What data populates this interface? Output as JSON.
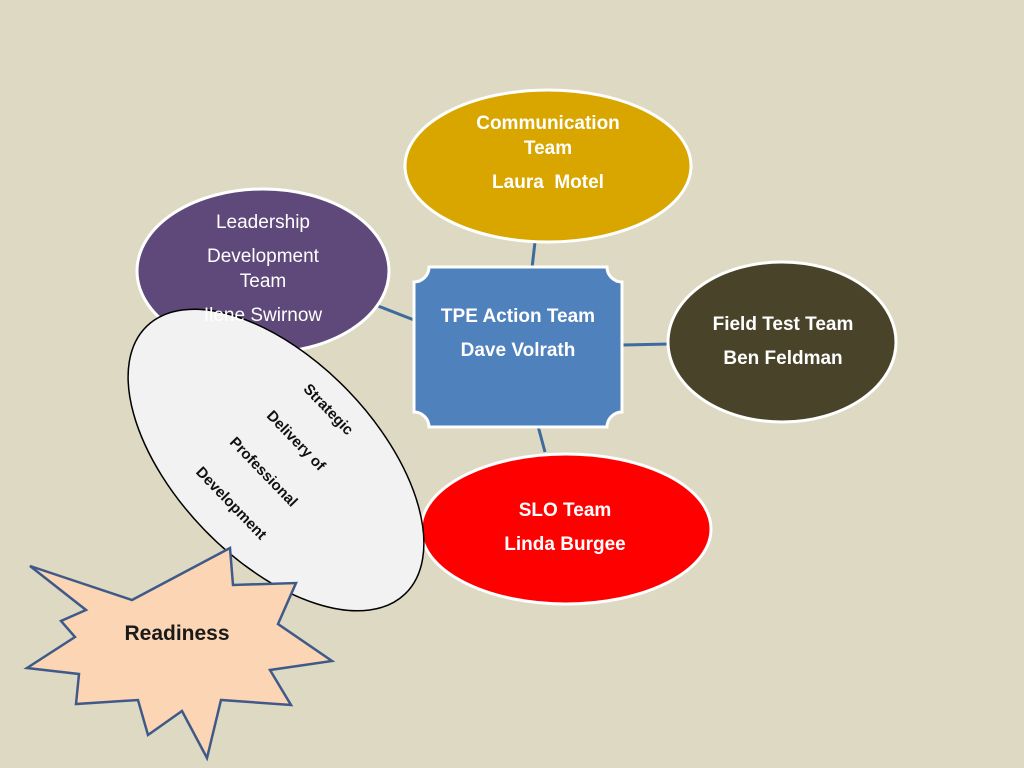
{
  "colors": {
    "background": "#ddd9c3",
    "communication": "#d9a600",
    "leadership": "#5f497a",
    "tpe": "#4f81bd",
    "field_test": "#494429",
    "slo": "#ff0000",
    "strategic": "#f2f2f2",
    "readiness": "#fcd5b5",
    "node_border": "#ffffff",
    "connector": "#3f6a9e",
    "readiness_border": "#3f5a88"
  },
  "nodes": {
    "communication": {
      "line1": "Communication",
      "line2": "Team",
      "person": "Laura  Motel"
    },
    "leadership": {
      "line1": "Leadership",
      "line2": "Development",
      "line3": "Team",
      "person": "Ilene Swirnow"
    },
    "tpe": {
      "title": "TPE Action Team",
      "person": "Dave Volrath"
    },
    "field_test": {
      "title": "Field Test Team",
      "person": "Ben Feldman"
    },
    "slo": {
      "title": "SLO Team",
      "person": "Linda Burgee"
    },
    "strategic": {
      "line1": "Strategic",
      "line2": "Delivery of",
      "line3": "Professional",
      "line4": "Development"
    },
    "readiness": {
      "title": "Readiness"
    }
  }
}
